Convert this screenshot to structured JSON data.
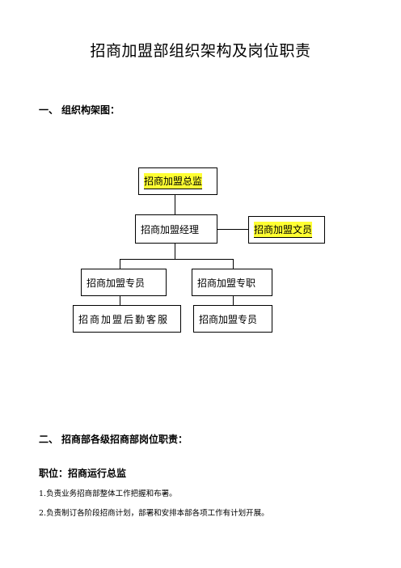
{
  "title": "招商加盟部组织架构及岗位职责",
  "sections": [
    {
      "num": "一、",
      "text": "组织构架图："
    },
    {
      "num": "二、",
      "text": "招商部各级招商部岗位职责："
    }
  ],
  "org_chart": {
    "director": "招商加盟总监",
    "manager": "招商加盟经理",
    "clerk": "招商加盟文员",
    "specialist_left": "招商加盟专员",
    "specialist_right": "招商加盟专职",
    "logistics_service": "招商加盟后勤客服",
    "specialist_bottom": "招商加盟专员"
  },
  "position": {
    "label": "职位：招商运行总监",
    "duties": [
      "1.负责业务招商部整体工作把握和布署。",
      "2.负责制订各阶段招商计划，部署和安排本部各项工作有计划开展。"
    ]
  },
  "colors": {
    "highlight": "#ffff33"
  }
}
